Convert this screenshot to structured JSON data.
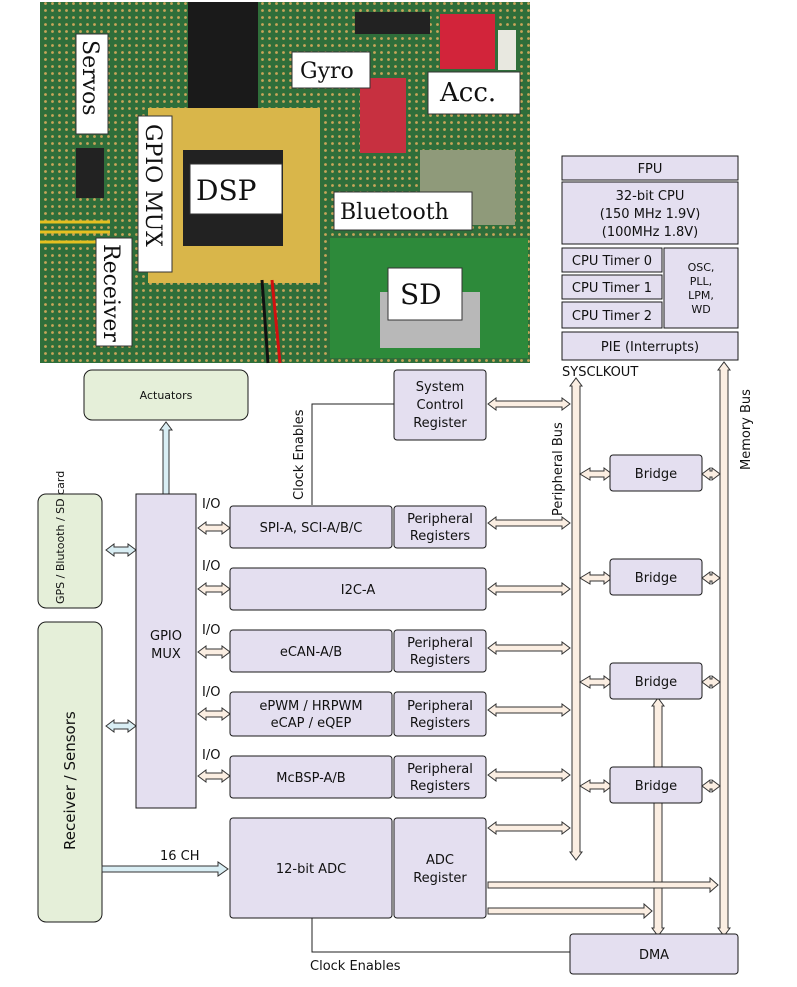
{
  "photo": {
    "labels": {
      "servos": "Servos",
      "gyro": "Gyro",
      "acc": "Acc.",
      "gpio_mux": "GPIO MUX",
      "dsp": "DSP",
      "bluetooth": "Bluetooth",
      "receiver": "Receiver",
      "sd": "SD"
    }
  },
  "cpu": {
    "fpu": "FPU",
    "cpu_line1": "32-bit CPU",
    "cpu_line2": "(150 MHz 1.9V)",
    "cpu_line3": "(100MHz 1.8V)",
    "timer0": "CPU Timer 0",
    "timer1": "CPU Timer 1",
    "timer2": "CPU Timer 2",
    "osc": "OSC,",
    "pll": "PLL,",
    "lpm": "LPM,",
    "wd": "WD",
    "pie": "PIE (Interrupts)",
    "sysclkout": "SYSCLKOUT"
  },
  "diagram": {
    "actuators": "Actuators",
    "gps": "GPS / Blutooth / SD card",
    "receiver_sensors": "Receiver / Sensors",
    "gpio_line1": "GPIO",
    "gpio_line2": "MUX",
    "clock_enables_vertical": "Clock Enables",
    "clock_enables_bottom": "Clock Enables",
    "system_control_1": "System",
    "system_control_2": "Control",
    "system_control_3": "Register",
    "peripheral_bus": "Peripheral Bus",
    "memory_bus": "Memory Bus",
    "io": "I/O",
    "spi": "SPI-A, SCI-A/B/C",
    "i2c": "I2C-A",
    "ecan": "eCAN-A/B",
    "epwm_1": "ePWM / HRPWM",
    "epwm_2": "eCAP / eQEP",
    "mcbsp": "McBSP-A/B",
    "periph_1": "Peripheral",
    "periph_2": "Registers",
    "bridge": "Bridge",
    "adc": "12-bit ADC",
    "adc_reg_1": "ADC",
    "adc_reg_2": "Register",
    "ch16": "16 CH",
    "dma": "DMA"
  }
}
